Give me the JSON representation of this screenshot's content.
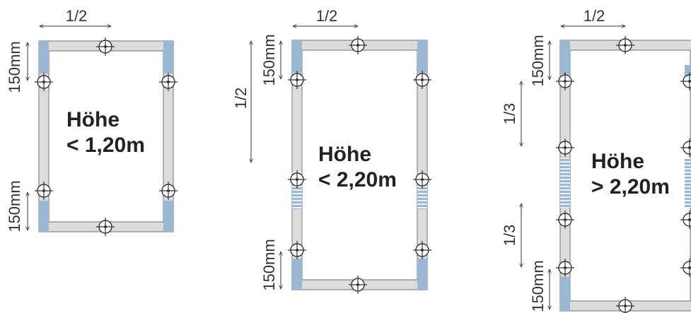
{
  "colors": {
    "frame_fill": "#dcdcdc",
    "frame_stroke": "#888888",
    "accent_blue": "#9ab8d6",
    "text": "#222222"
  },
  "icons": {
    "anchor": "crosshair-circle-icon"
  },
  "panels": [
    {
      "height_line1": "Höhe",
      "height_line2": "< 1,20m",
      "top_dim": "1/2",
      "side_dims": [
        "150mm",
        "150mm"
      ]
    },
    {
      "height_line1": "Höhe",
      "height_line2": "< 2,20m",
      "top_dim": "1/2",
      "side_dims": [
        "1/2",
        "150mm",
        "150mm"
      ]
    },
    {
      "height_line1": "Höhe",
      "height_line2": "> 2,20m",
      "top_dim": "1/2",
      "side_dims": [
        "150mm",
        "1/3",
        "1/3",
        "150mm"
      ]
    }
  ]
}
